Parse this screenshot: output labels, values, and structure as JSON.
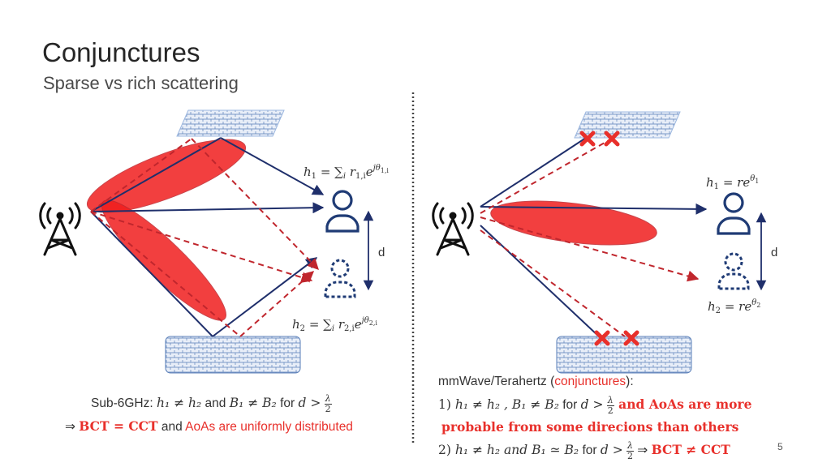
{
  "slide": {
    "title": "Conjunctures",
    "subtitle": "Sparse vs rich scattering",
    "page_number": "5"
  },
  "left_panel": {
    "h1_formula": "h₁ = ∑ᵢ r₁,ᵢ e^{jθ₁,ᵢ}",
    "h2_formula": "h₂ = ∑ᵢ r₂,ᵢ e^{jθ₂,ᵢ}",
    "distance_label": "d",
    "caption_prefix": "Sub-6GHz: ",
    "caption_math1": "h₁ ≠ h₂",
    "caption_and": " and ",
    "caption_math2": "B₁ ≠ B₂",
    "caption_for": "  for ",
    "caption_math3": "d >",
    "frac_num": "λ",
    "frac_den": "2",
    "conclusion_arrow": "⇒ ",
    "conclusion_bold": "BCT = CCT",
    "conclusion_and": " and ",
    "conclusion_red": "AoAs are uniformly distributed"
  },
  "right_panel": {
    "h1_formula": "h₁ = re^{θ₁}",
    "h2_formula": "h₂ = re^{θ₂}",
    "distance_label": "d",
    "caption_head": "mmWave/Terahertz (",
    "caption_head_red": "conjunctures",
    "caption_head_end": "):",
    "line1_num": "1) ",
    "line1_math": "h₁ ≠ h₂ , B₁ ≠ B₂",
    "line1_for": " for ",
    "line1_math2": "d >",
    "line1_red": " and AoAs are more",
    "line1b_red": "probable from some direcions than others",
    "line2_num": "2) ",
    "line2_math": "h₁ ≠ h₂ and B₁ ≃ B₂",
    "line2_for": " for ",
    "line2_math2": "d >",
    "line2_arrow": " ⇒ ",
    "line2_red": "BCT ≠ CCT",
    "frac_num": "λ",
    "frac_den": "2"
  },
  "colors": {
    "navy": "#1f2f6b",
    "red": "#e8302b",
    "dark_red": "#c0262d",
    "scatterer_blue": "#9db8e0"
  },
  "icons": [
    "cell-tower-icon",
    "user-icon",
    "user-dashed-icon",
    "cross-icon"
  ]
}
